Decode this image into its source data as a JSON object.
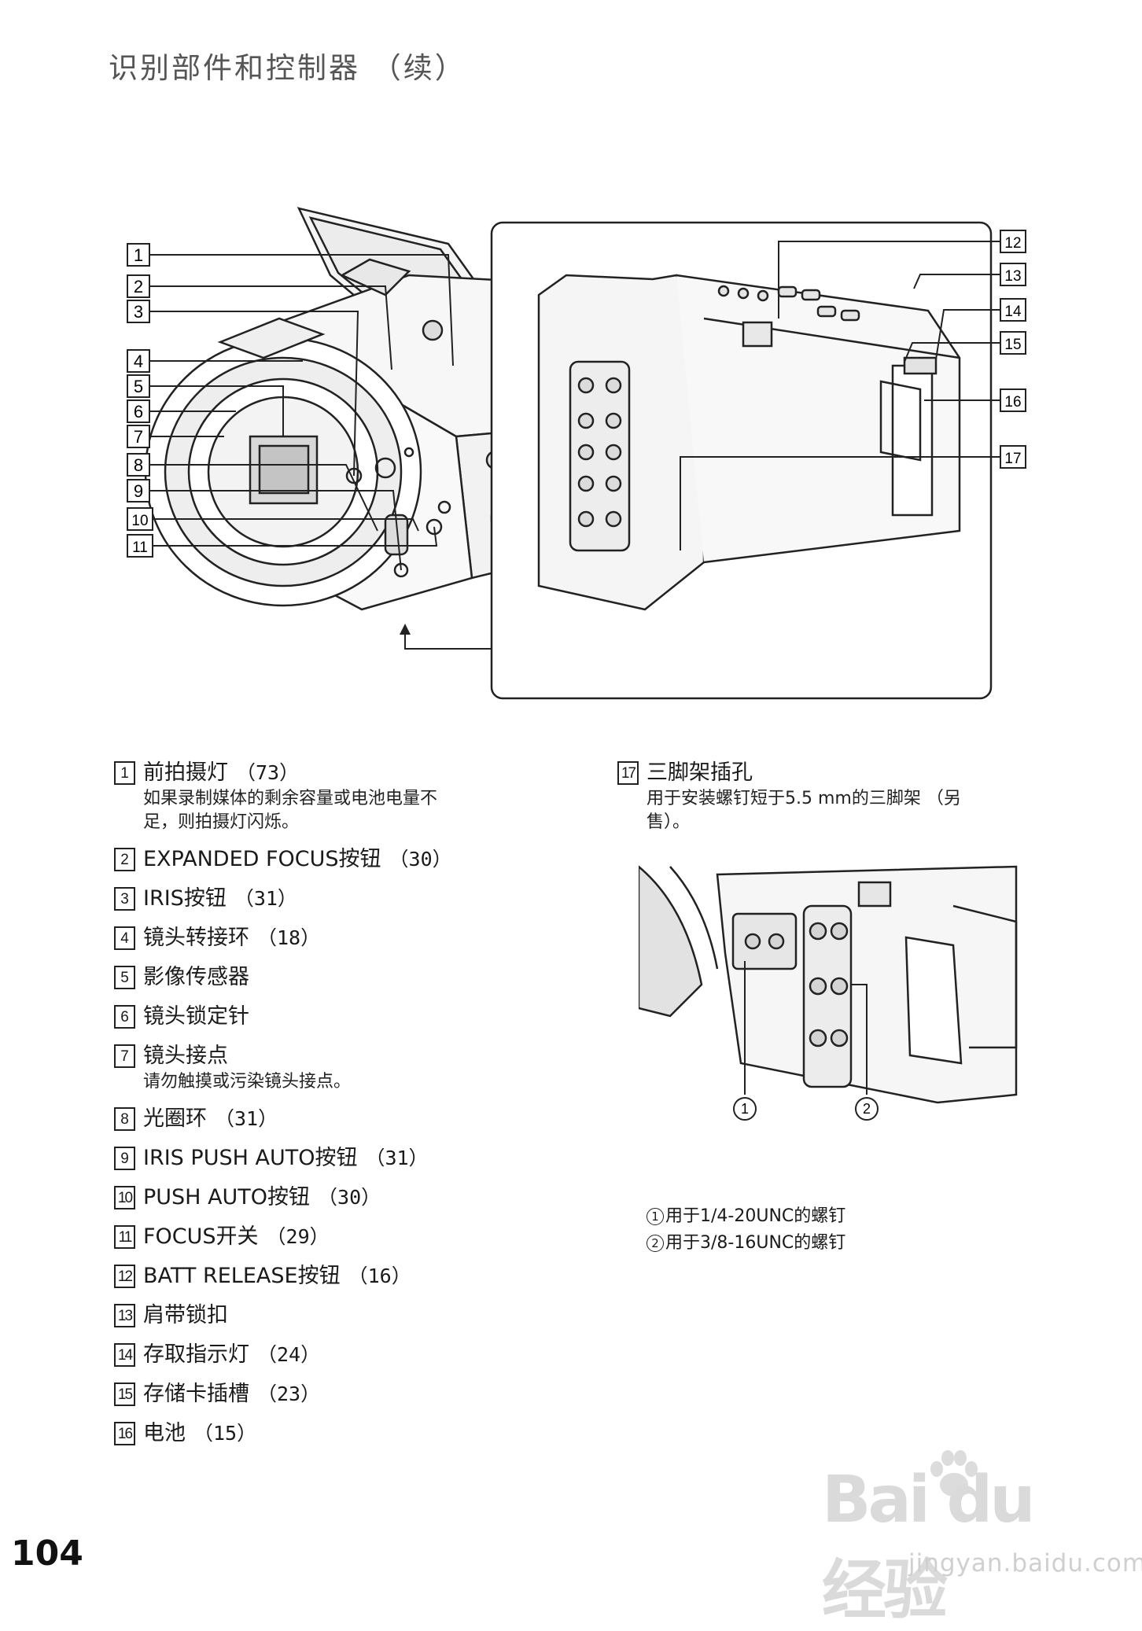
{
  "header": {
    "title": "识别部件和控制器 （续）"
  },
  "page_number": "104",
  "figure_main": {
    "callouts": [
      "1",
      "2",
      "3",
      "4",
      "5",
      "6",
      "7",
      "8",
      "9",
      "10",
      "11"
    ],
    "inset_callouts": [
      "12",
      "13",
      "14",
      "15",
      "16",
      "17"
    ]
  },
  "parts": [
    {
      "num": "1",
      "label": "前拍摄灯",
      "ref": "（73）",
      "desc": [
        "如果录制媒体的剩余容量或电池电量不",
        "足，则拍摄灯闪烁。"
      ]
    },
    {
      "num": "2",
      "label": "EXPANDED FOCUS按钮",
      "ref": "（30）"
    },
    {
      "num": "3",
      "label": "IRIS按钮",
      "ref": "（31）"
    },
    {
      "num": "4",
      "label": "镜头转接环",
      "ref": "（18）"
    },
    {
      "num": "5",
      "label": "影像传感器",
      "ref": ""
    },
    {
      "num": "6",
      "label": "镜头锁定针",
      "ref": ""
    },
    {
      "num": "7",
      "label": "镜头接点",
      "ref": "",
      "desc": [
        "请勿触摸或污染镜头接点。"
      ]
    },
    {
      "num": "8",
      "label": "光圈环",
      "ref": "（31）"
    },
    {
      "num": "9",
      "label": "IRIS PUSH AUTO按钮",
      "ref": "（31）"
    },
    {
      "num": "10",
      "label": "PUSH AUTO按钮",
      "ref": "（30）"
    },
    {
      "num": "11",
      "label": "FOCUS开关",
      "ref": "（29）"
    },
    {
      "num": "12",
      "label": "BATT RELEASE按钮",
      "ref": "（16）"
    },
    {
      "num": "13",
      "label": "肩带锁扣",
      "ref": ""
    },
    {
      "num": "14",
      "label": "存取指示灯",
      "ref": "（24）"
    },
    {
      "num": "15",
      "label": "存储卡插槽",
      "ref": "（23）"
    },
    {
      "num": "16",
      "label": "电池",
      "ref": "（15）"
    }
  ],
  "part17": {
    "num": "17",
    "label": "三脚架插孔",
    "desc": [
      "用于安装螺钉短于5.5 mm的三脚架 （另",
      "售）。"
    ]
  },
  "tripod_figure": {
    "markers": [
      "1",
      "2"
    ]
  },
  "tripod_captions": [
    {
      "mark": "1",
      "text": "用于1/4-20UNC的螺钉"
    },
    {
      "mark": "2",
      "text": "用于3/8-16UNC的螺钉"
    }
  ],
  "watermark": {
    "logo": "Bai du 经验",
    "url": "jingyan.baidu.com"
  }
}
